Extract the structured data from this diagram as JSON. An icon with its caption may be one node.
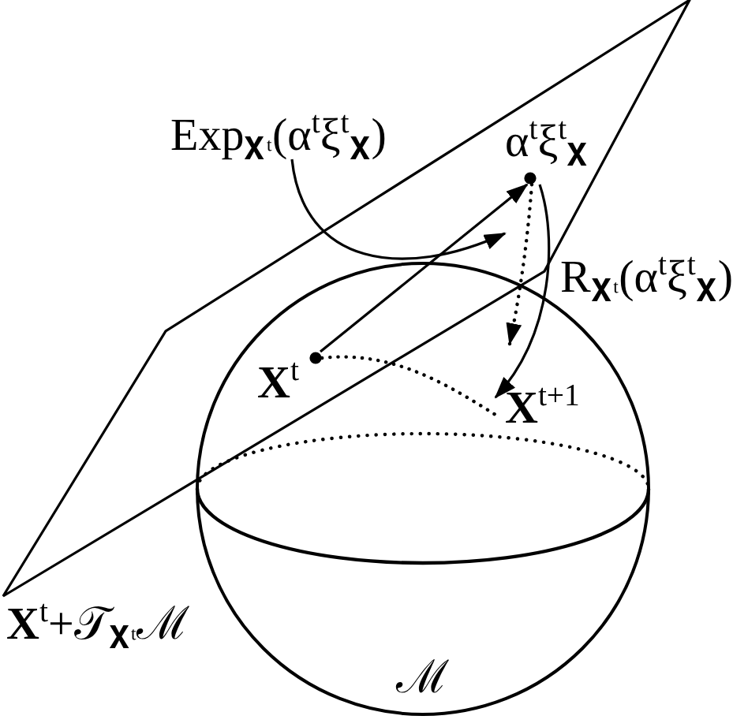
{
  "diagram": {
    "nodes": [
      {
        "text": [
          "**X**$^{t}$+𝒯$_{𝐗ᵗ}$ℳ"
        ]
      },
      {
        "text": [
          "Exp$_{𝐗ᵗ}$(α$^{t}$ξ$^{t}$$_{𝐗}$)"
        ]
      },
      {
        "text": [
          "α$^{t}$ξ$^{t}$$_{𝐗}$"
        ],
        "in": 0
      },
      {
        "text": [
          "**X**$^{t}$"
        ]
      },
      {
        "text": [
          "ℳ"
        ]
      },
      {
        "text": [
          "**X**$^{t+1}$"
        ],
        "in": 4
      }
    ],
    "edges": [
      {
        "from": 3,
        "to": 2,
        "arrow": "to"
      },
      {
        "from": 2,
        "to": 5,
        "arrow": "to",
        "style": "dashed"
      },
      {
        "from": 2,
        "to": 5,
        "arrow": "to",
        "label": "R$_{𝐗ᵗ}$(α$^{t}$ξ$^{t}$$_{𝐗}$)"
      },
      {
        "from": 3,
        "to": 5,
        "arrow": "none",
        "style": "dashed"
      },
      {
        "from": 1,
        "to": null,
        "arrow": "to"
      }
    ]
  }
}
